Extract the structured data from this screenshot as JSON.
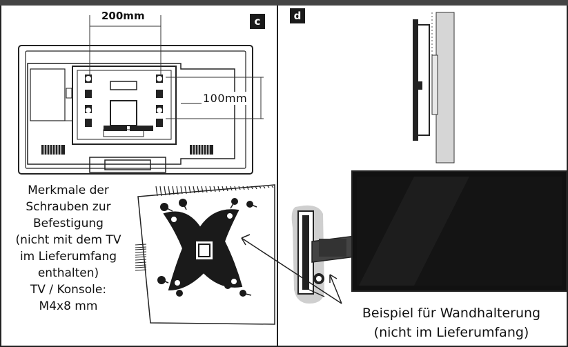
{
  "panels": {
    "c": {
      "label": "c",
      "dimension_horizontal": "200mm",
      "dimension_vertical": "100mm",
      "caption_lines": [
        "Merkmale der",
        "Schrauben zur",
        "Befestigung",
        "(nicht mit dem TV",
        "im Lieferumfang",
        "enthalten)",
        "TV / Konsole:",
        "M4x8 mm"
      ]
    },
    "d": {
      "label": "d",
      "caption_lines": [
        "Beispiel für Wandhalterung",
        "(nicht im Lieferumfang)"
      ]
    }
  }
}
